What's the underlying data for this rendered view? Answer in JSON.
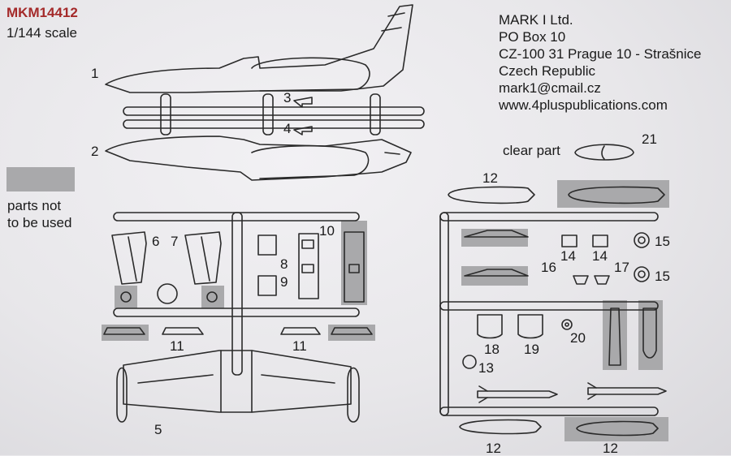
{
  "header": {
    "kit_code": "MKM14412",
    "scale": "1/144 scale"
  },
  "address": {
    "lines": [
      "MARK I Ltd.",
      "PO Box 10",
      "CZ-100 31 Prague 10 - Strašnice",
      "Czech Republic",
      "mark1@cmail.cz",
      "www.4pluspublications.com"
    ]
  },
  "legend": {
    "line1": "parts not",
    "line2": "to be used",
    "swatch_color": "#a9a9ab"
  },
  "clear_part": {
    "label": "clear part",
    "number": "21"
  },
  "part_numbers": {
    "p1": "1",
    "p2": "2",
    "p3": "3",
    "p4": "4",
    "p5": "5",
    "p6": "6",
    "p7": "7",
    "p8": "8",
    "p9": "9",
    "p10": "10",
    "p11a": "11",
    "p11b": "11",
    "p12a": "12",
    "p12b": "12",
    "p12c": "12",
    "p13": "13",
    "p14a": "14",
    "p14b": "14",
    "p15a": "15",
    "p15b": "15",
    "p16": "16",
    "p17": "17",
    "p18": "18",
    "p19": "19",
    "p20": "20"
  },
  "colors": {
    "line": "#2a2a2a",
    "shade": "#a9a9ab",
    "code": "#a42a2a"
  }
}
